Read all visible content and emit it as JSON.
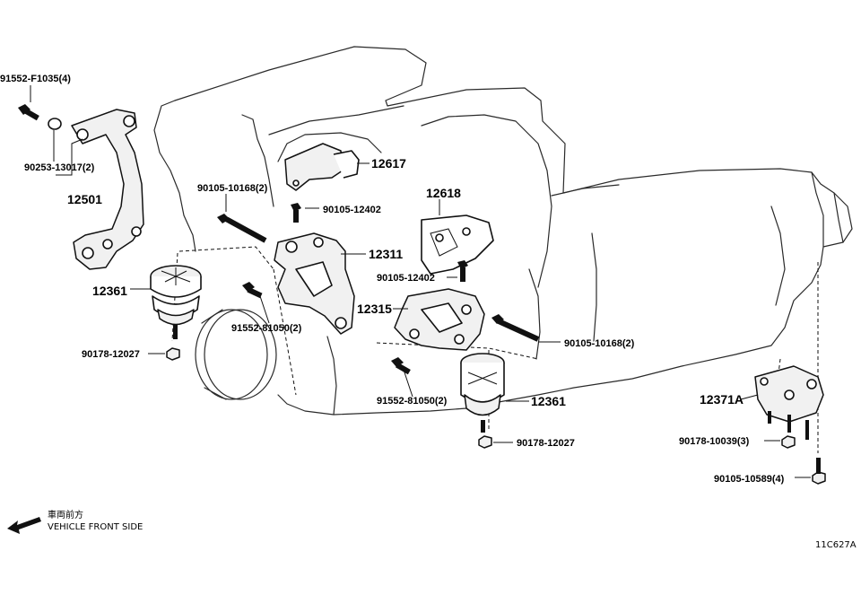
{
  "diagram": {
    "labels": {
      "p91552_F1035": "91552-F1035(4)",
      "p90253_13017": "90253-13017(2)",
      "p12501": "12501",
      "p12361_left": "12361",
      "p90178_12027_left": "90178-12027",
      "p90105_10168_upper": "90105-10168(2)",
      "p90105_12402_upper": "90105-12402",
      "p12617": "12617",
      "p12311": "12311",
      "p91552_81050_upper": "91552-81050(2)",
      "p12618": "12618",
      "p90105_12402_lower": "90105-12402",
      "p12315": "12315",
      "p90105_10168_lower": "90105-10168(2)",
      "p91552_81050_lower": "91552-81050(2)",
      "p12361_right": "12361",
      "p90178_12027_right": "90178-12027",
      "p12371A": "12371A",
      "p90178_10039": "90178-10039(3)",
      "p90105_10589": "90105-10589(4)"
    },
    "direction": {
      "japanese": "車両前方",
      "english": "VEHICLE FRONT SIDE",
      "arrow_icon": "left-arrow-icon"
    },
    "figure_code": "11C627A"
  }
}
